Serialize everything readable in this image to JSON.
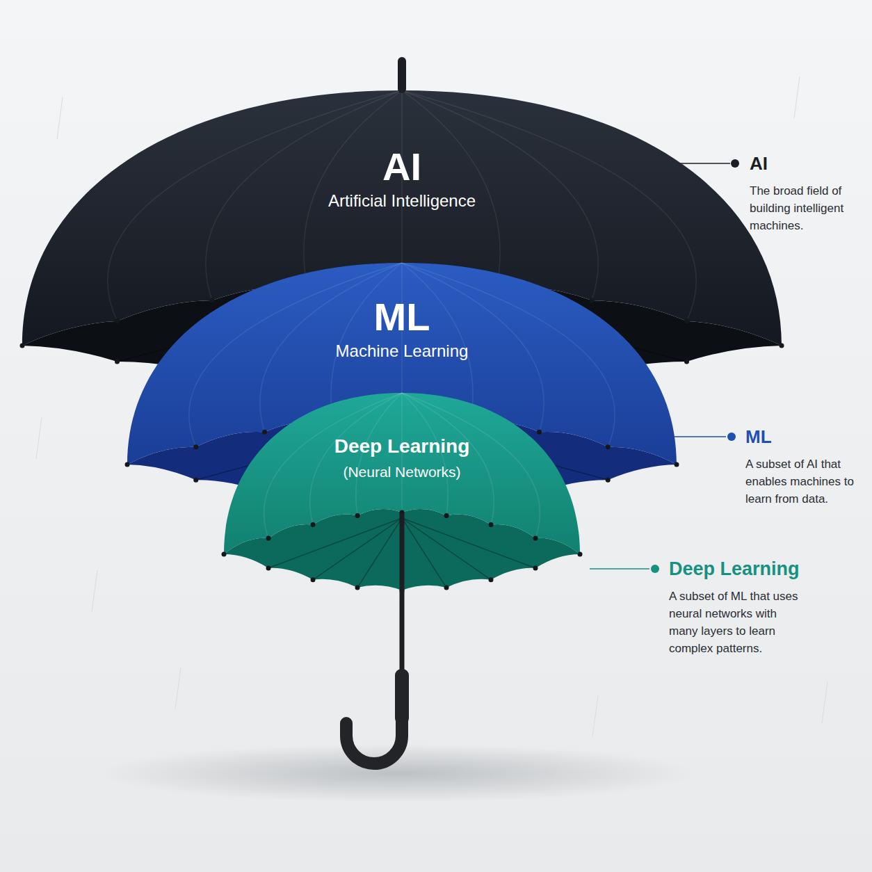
{
  "diagram": {
    "nodes": [
      {
        "text": [
          "AI",
          "Artificial Intelligence"
        ]
      },
      {
        "text": [
          "ML",
          "Machine Learning"
        ]
      },
      {
        "text": [
          "Deep Learning",
          "(Neural Networks)"
        ]
      }
    ],
    "labels": [
      "AI",
      "The broad field of building intelligent machines.",
      "ML",
      "A subset of AI that enables machines to learn from data.",
      "Deep Learning",
      "A subset of ML that uses neural networks with many layers to learn complex patterns."
    ]
  }
}
